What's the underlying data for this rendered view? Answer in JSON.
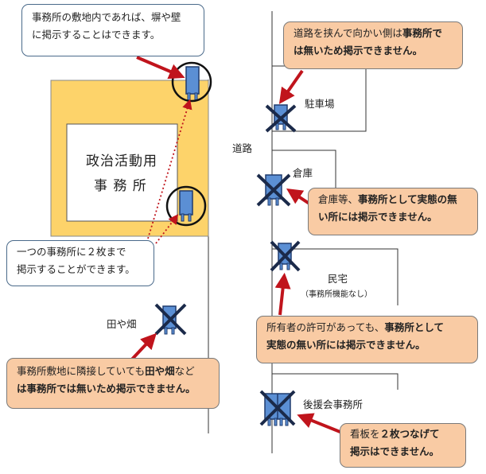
{
  "office": {
    "line1": "政治活動用",
    "line2": "事 務 所"
  },
  "labels": {
    "road": "道路",
    "parking": "駐車場",
    "warehouse": "倉庫",
    "house": "民宅",
    "house_sub": "（事務所機能なし）",
    "field": "田や畑",
    "support_office": "後援会事務所"
  },
  "callouts": {
    "top_left": {
      "line1": "事務所の敷地内であれば、塀や壁",
      "line2": "に掲示することはできます。"
    },
    "mid_left": {
      "line1": "一つの事務所に２枚まで",
      "line2": "掲示することができます。"
    },
    "top_right": {
      "line1_a": "道路を挟んで向かい側は",
      "line1_b": "事務所で",
      "line2": "は無いため掲示できません。"
    },
    "warehouse": {
      "line1_a": "倉庫等、",
      "line1_b": "事務所として実態の無",
      "line2": "い所には掲示できません。"
    },
    "house": {
      "line1_a": "所有者の許可があっても、",
      "line1_b": "事務所として",
      "line2": "実態の無い所には掲示できません。"
    },
    "field": {
      "line1_a": "事務所敷地に隣接していても",
      "line1_b": "田や畑",
      "line1_c": "など",
      "line2": "は事務所では無いため掲示できません。"
    },
    "support": {
      "line1_a": "看板を",
      "line1_b": "２枚つなげて",
      "line2": "掲示はできません。"
    }
  },
  "colors": {
    "office_yard": "#fdd36a",
    "sign_blue": "#5b8fd4",
    "cross": "#1b2a4a",
    "arrow": "#c0141c",
    "callout_orange": "#f9cba4"
  }
}
